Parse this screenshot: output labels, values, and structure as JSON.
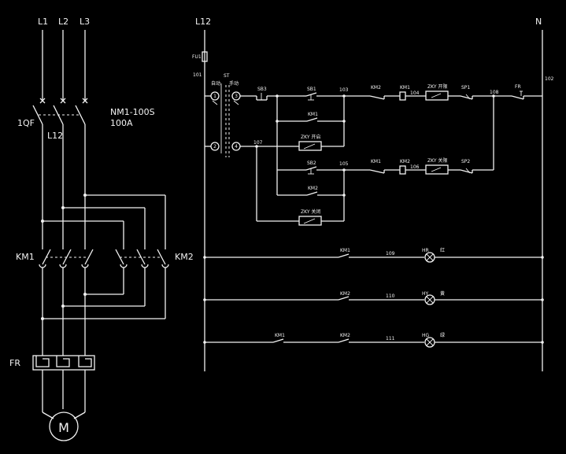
{
  "power_circuit": {
    "phase_1": "L1",
    "phase_2": "L2",
    "phase_3": "L3",
    "breaker_tag": "1QF",
    "breaker_model": "NM1-100S",
    "breaker_rating": "100A",
    "control_tap": "L12",
    "contactor_forward": "KM1",
    "contactor_reverse": "KM2",
    "overload_relay": "FR",
    "motor": "M"
  },
  "control_circuit": {
    "supply_line": "L12",
    "neutral": "N",
    "fuse": "FU1",
    "wire_101": "101",
    "wire_102": "102",
    "wire_103": "103",
    "wire_104": "104",
    "wire_105": "105",
    "wire_106": "106",
    "wire_107": "107",
    "wire_108": "108",
    "wire_109": "109",
    "wire_110": "110",
    "wire_111": "111",
    "selector_switch": "ST",
    "mode_auto": "自动",
    "mode_manual": "手动",
    "terminal_1": "1",
    "terminal_2": "2",
    "terminal_3": "3",
    "terminal_4": "4",
    "stop_button": "SB3",
    "start_button_1": "SB1",
    "start_button_2": "SB2",
    "contact_km1": "KM1",
    "contact_km2": "KM2",
    "coil_km1": "KM1",
    "coil_km2": "KM2",
    "valve_open_1": "ZKY 开限",
    "valve_open_2": "ZKY 开启",
    "valve_close_1": "ZKY 关限",
    "valve_close_2": "ZKY 关闭",
    "limit_sp1": "SP1",
    "limit_sp2": "SP2",
    "overload_contact": "FR",
    "lamp_hr": "HR",
    "lamp_hy": "HY",
    "lamp_hg": "HG",
    "lamp_red": "红",
    "lamp_yellow": "黄",
    "lamp_green": "绿"
  }
}
